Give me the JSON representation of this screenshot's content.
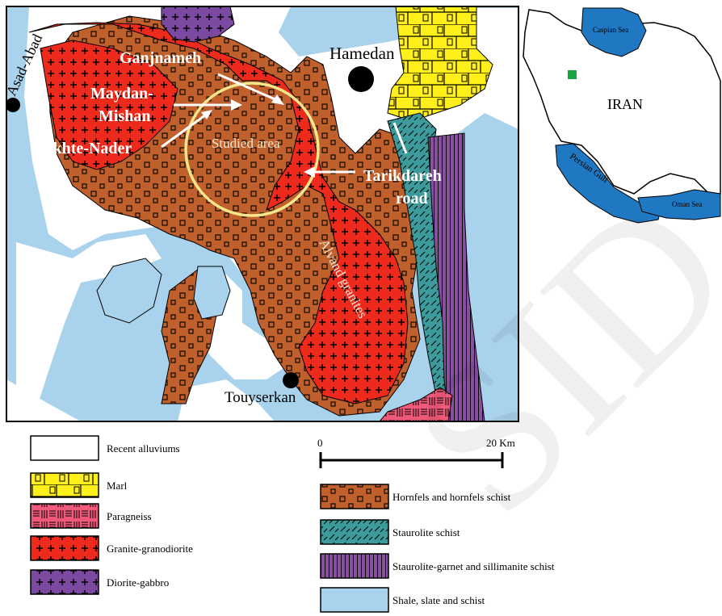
{
  "map": {
    "places": {
      "hamedan": "Hamedan",
      "asad_abad": "Asad-Abad",
      "touyserkan": "Touyserkan"
    },
    "callouts": {
      "ganjnameh": "Ganjnameh",
      "maydan_line1": "Maydan-",
      "maydan_line2": "Mishan",
      "takhte_nader": "Takhte-Nader",
      "tarikdareh_line1": "Tarikdareh",
      "tarikdareh_line2": "road"
    },
    "studied_area": "Studied area",
    "alvand": "Alvand granites"
  },
  "inset": {
    "country": "IRAN",
    "caspian": "Caspian Sea",
    "gulf": "Persian Gulf",
    "oman": "Oman Sea"
  },
  "scale": {
    "start": "0",
    "end": "20 Km"
  },
  "legend": {
    "left": [
      {
        "label": "Recent alluviums"
      },
      {
        "label": "Marl"
      },
      {
        "label": "Paragneiss"
      },
      {
        "label": "Granite-granodiorite"
      },
      {
        "label": "Diorite-gabbro"
      }
    ],
    "right": [
      {
        "label": "Hornfels and hornfels schist"
      },
      {
        "label": "Staurolite schist"
      },
      {
        "label": "Staurolite-garnet and sillimanite schist"
      },
      {
        "label": "Shale, slate and schist"
      }
    ]
  },
  "watermark": "SID",
  "colors": {
    "shale": "#a9d2ec",
    "hornfels": "#c0602d",
    "granite": "#ee2a1c",
    "diorite": "#7b4aa0",
    "marl": "#ffef1a",
    "paragneiss": "#f05a7a",
    "staurolite_schist": "#3e9b9b",
    "sillimanite_schist": "#8a4fa0",
    "sea": "#1f78c1"
  }
}
